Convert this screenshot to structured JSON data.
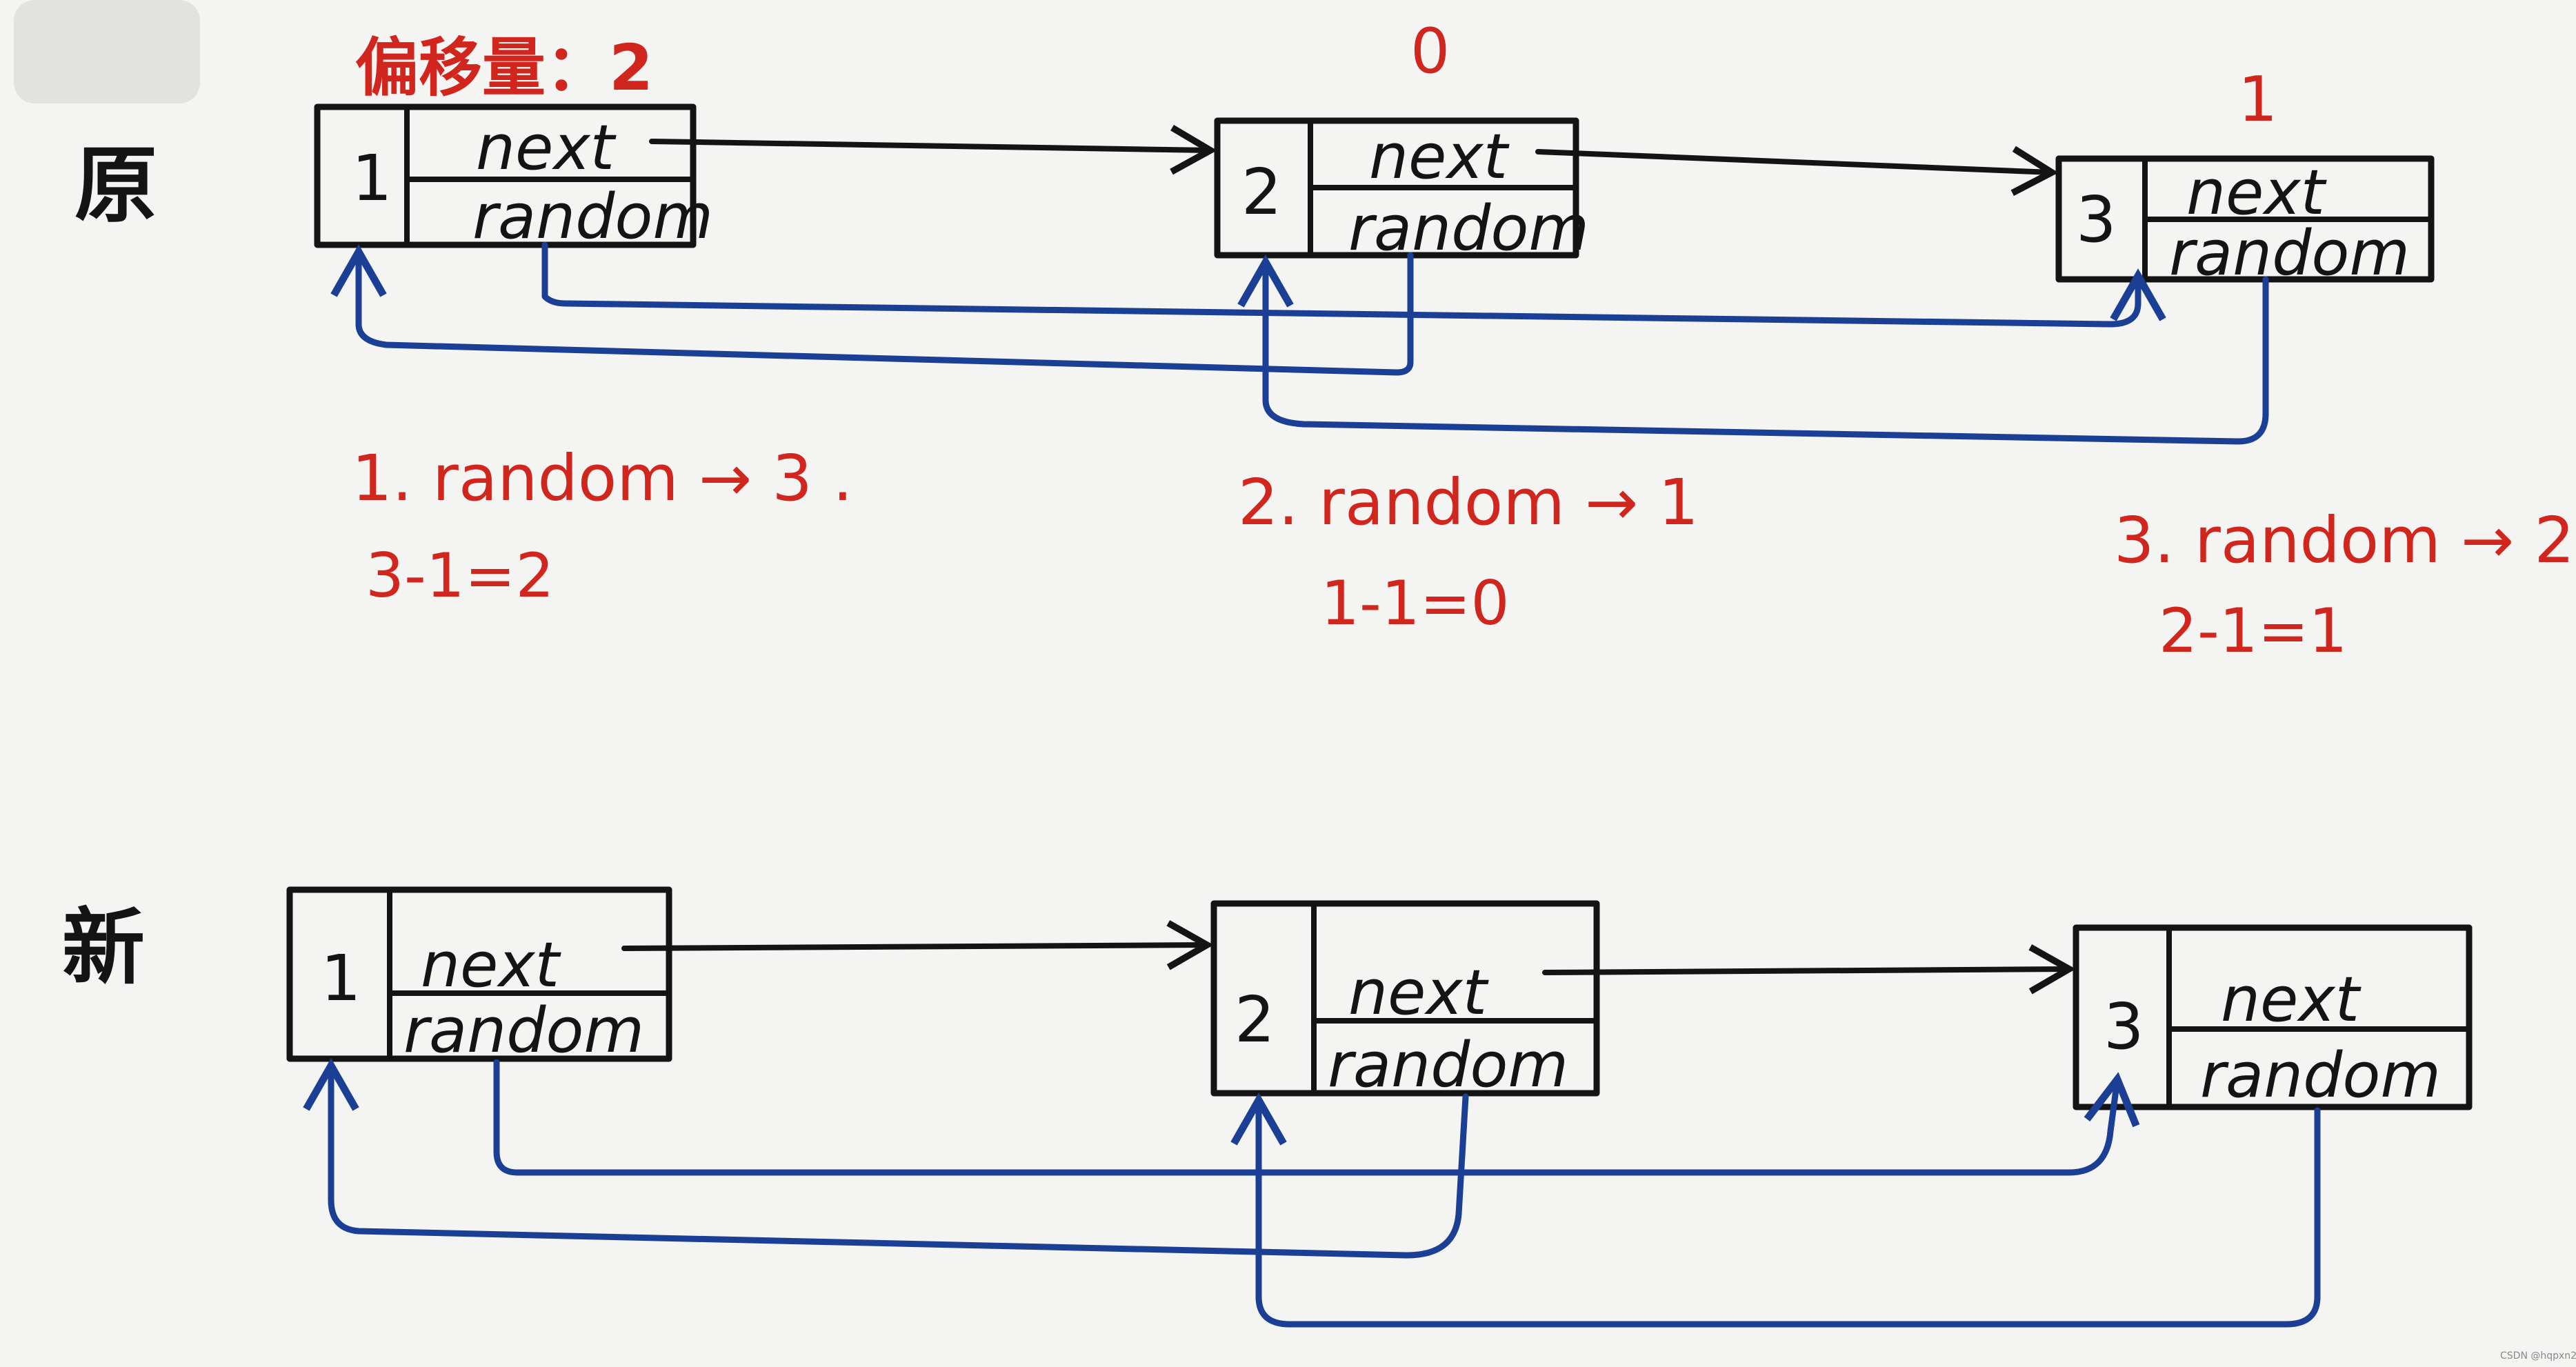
{
  "title_offset": "偏移量：2",
  "side_labels": {
    "original": "原",
    "new": "新"
  },
  "offsets": [
    "0",
    "1"
  ],
  "original": {
    "nodes": [
      {
        "id": "1",
        "next": "next",
        "random": "random"
      },
      {
        "id": "2",
        "next": "next",
        "random": "random"
      },
      {
        "id": "3",
        "next": "next",
        "random": "random"
      }
    ]
  },
  "new": {
    "nodes": [
      {
        "id": "1",
        "next": "next",
        "random": "random"
      },
      {
        "id": "2",
        "next": "next",
        "random": "random"
      },
      {
        "id": "3",
        "next": "next",
        "random": "random"
      }
    ]
  },
  "notes": [
    {
      "line1": "1. random → 3 .",
      "line2": "3-1=2"
    },
    {
      "line1": "2. random → 1",
      "line2": "1-1=0"
    },
    {
      "line1": "3. random → 2",
      "line2": "2-1=1"
    }
  ],
  "credit": "CSDN @hqpxn2",
  "colors": {
    "ink": "#141414",
    "red": "#d1261d",
    "blue": "#1b3f94",
    "paper": "#f4f4f2"
  }
}
